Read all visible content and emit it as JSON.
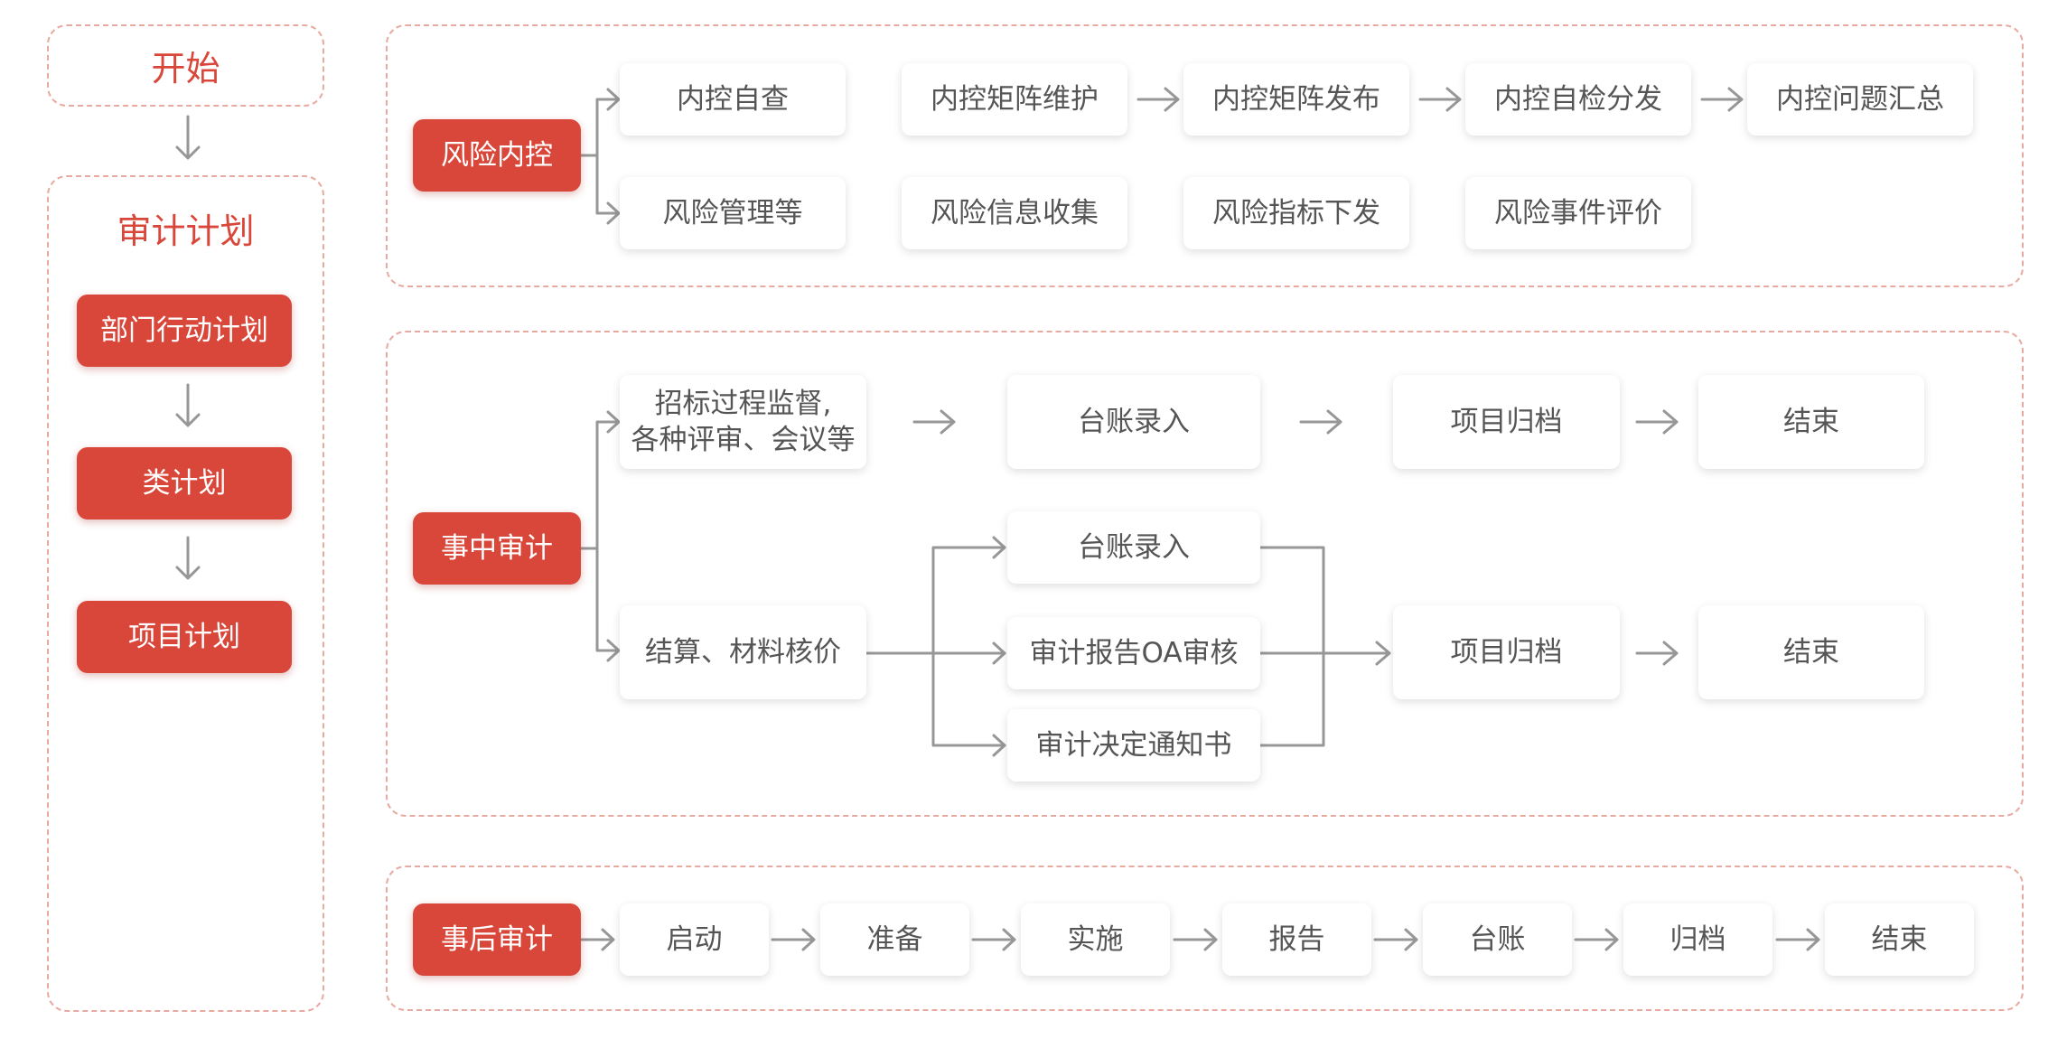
{
  "colors": {
    "accent": "#d9473a",
    "node_text": "#555555",
    "line": "#979797",
    "panel_border": "#e8a9a1"
  },
  "left": {
    "start": "开始",
    "plan_title": "审计计划",
    "plans": [
      "部门行动计划",
      "类计划",
      "项目计划"
    ]
  },
  "risk": {
    "label": "风险内控",
    "row1": [
      "内控自查",
      "内控矩阵维护",
      "内控矩阵发布",
      "内控自检分发",
      "内控问题汇总"
    ],
    "row2": [
      "风险管理等",
      "风险信息收集",
      "风险指标下发",
      "风险事件评价"
    ]
  },
  "mid": {
    "label": "事中审计",
    "top": [
      "招标过程监督,\n各种评审、会议等",
      "台账录入",
      "项目归档",
      "结束"
    ],
    "bottom_source": "结算、材料核价",
    "bottom_branches": [
      "台账录入",
      "审计报告OA审核",
      "审计决定通知书"
    ],
    "bottom_after": [
      "项目归档",
      "结束"
    ]
  },
  "post": {
    "label": "事后审计",
    "steps": [
      "启动",
      "准备",
      "实施",
      "报告",
      "台账",
      "归档",
      "结束"
    ]
  }
}
